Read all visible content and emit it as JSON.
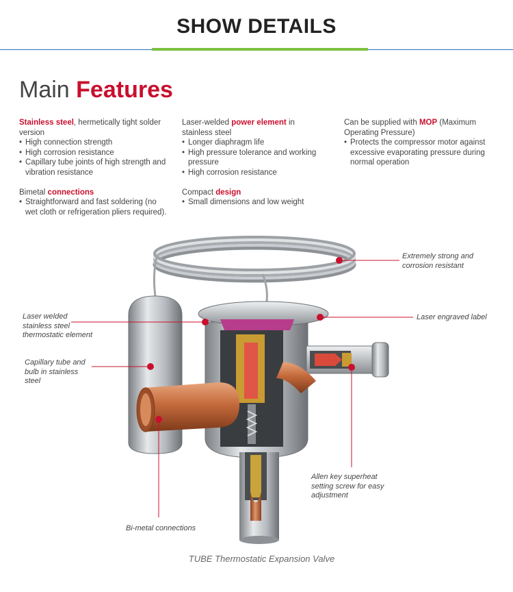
{
  "header": {
    "title": "SHOW DETAILS"
  },
  "heading": {
    "main": "Main",
    "highlight": "Features"
  },
  "features": {
    "stainless": {
      "highlight": "Stainless steel",
      "rest": ", hermetically tight solder version",
      "bullets": [
        "High connection strength",
        "High corrosion resistance",
        "Capillary tube joints of high strength and vibration resistance"
      ]
    },
    "bimetal": {
      "lead": "Bimetal ",
      "highlight": "connections",
      "bullets": [
        "Straightforward and fast soldering (no wet cloth or refrigeration pliers required)."
      ]
    },
    "laser": {
      "lead": "Laser-welded ",
      "highlight": "power element",
      "rest": " in stainless steel",
      "bullets": [
        "Longer diaphragm life",
        "High pressure tolerance and working pressure",
        "High corrosion resistance"
      ]
    },
    "compact": {
      "lead": "Compact ",
      "highlight": "design",
      "bullets": [
        "Small dimensions and low weight"
      ]
    },
    "mop": {
      "lead": "Can be supplied with ",
      "highlight": "MOP",
      "rest": " (Maximum Operating Pressure)",
      "bullets": [
        "Protects the compressor motor against excessive evaporating pressure during normal operation"
      ]
    }
  },
  "callouts": {
    "strong": "Extremely strong and corrosion resistant",
    "engraved": "Laser engraved label",
    "laser_welded": "Laser welded stainless steel thermostatic element",
    "capillary": "Capillary tube and bulb in stainless steel",
    "allen": "Allen key superheat setting screw for easy adjustment",
    "bimetal": "Bi-metal connections"
  },
  "caption": "TUBE Thermostatic Expansion Valve",
  "colors": {
    "accent_red": "#c8102e",
    "rule_green": "#7cc23e",
    "rule_blue": "#2a6fb6"
  }
}
